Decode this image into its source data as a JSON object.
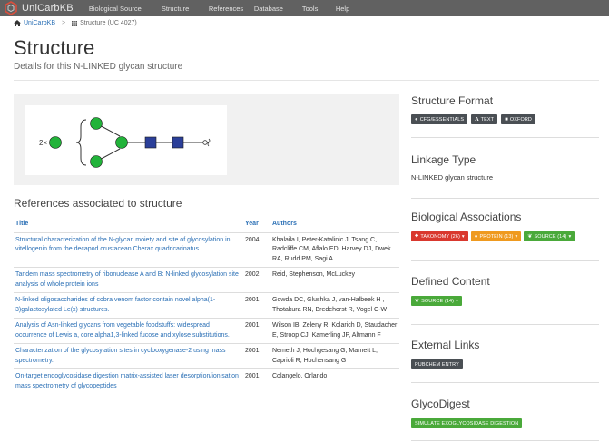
{
  "nav": {
    "brand": "UniCarbKB",
    "items": [
      "Biological Source",
      "Structure",
      "References",
      "Database",
      "Tools",
      "Help"
    ]
  },
  "breadcrumb": {
    "home": "UniCarbKB",
    "current": "Structure (UC 4027)"
  },
  "page": {
    "title": "Structure",
    "subtitle": "Details for this N-LINKED glycan structure"
  },
  "glycan": {
    "multiplier": "2×"
  },
  "references": {
    "heading": "References associated to structure",
    "columns": [
      "Title",
      "Year",
      "Authors"
    ],
    "rows": [
      {
        "title": "Structural characterization of the N-glycan moiety and site of glycosylation in vitellogenin from the decapod crustacean Cherax quadricarinatus.",
        "year": "2004",
        "authors": "Khalaila I, Peter-Katalinic J, Tsang C, Radcliffe CM, Aflalo ED, Harvey DJ, Dwek RA, Rudd PM, Sagi A"
      },
      {
        "title": "Tandem mass spectrometry of ribonuclease A and B: N-linked glycosylation site analysis of whole protein ions",
        "year": "2002",
        "authors": "Reid, Stephenson, McLuckey"
      },
      {
        "title": "N-linked oligosaccharides of cobra venom factor contain novel alpha(1-3)galactosylated Le(x) structures.",
        "year": "2001",
        "authors": "Gowda DC, Glushka J, van-Halbeek H , Thotakura RN, Bredehorst R, Vogel C-W"
      },
      {
        "title": "Analysis of Asn-linked glycans from vegetable foodstuffs: widespread occurrence of Lewis a, core alpha1,3-linked fucose and xylose substitutions.",
        "year": "2001",
        "authors": "Wilson IB, Zeleny R, Kolarich D, Staudacher E, Stroop CJ, Kamerling JP, Altmann F"
      },
      {
        "title": "Characterization of the glycosylation sites in cyclooxygenase-2 using mass spectrometry.",
        "year": "2001",
        "authors": "Nemeth J, Hochgesang G, Marnett L, Caprioli R, Hochensang G"
      },
      {
        "title": "On-target endoglycosidase digestion matrix-assisted laser desorption/ionisation mass spectrometry of glycopeptides",
        "year": "2001",
        "authors": "Colangelo, Orlando"
      }
    ]
  },
  "sidebar": {
    "structure_format": {
      "heading": "Structure Format",
      "buttons": [
        "CFG/ESSENTIALS",
        "TEXT",
        "OXFORD"
      ]
    },
    "linkage_type": {
      "heading": "Linkage Type",
      "value": "N-LINKED glycan structure"
    },
    "biological_associations": {
      "heading": "Biological Associations",
      "badges": [
        "TAXONOMY (26)",
        "PROTEIN (13)",
        "SOURCE (14)"
      ]
    },
    "defined_content": {
      "heading": "Defined Content",
      "badges": [
        "SOURCE (14)"
      ]
    },
    "external_links": {
      "heading": "External Links",
      "buttons": [
        "PUBCHEM ENTRY"
      ]
    },
    "glycodigest": {
      "heading": "GlycoDigest",
      "buttons": [
        "SIMULATE EXOGLYCOSIDASE DIGESTION"
      ]
    }
  },
  "colors": {
    "navbar": "#616161",
    "link": "#2a6fb5",
    "mannose_green": "#22b33a",
    "glcnac_blue": "#2b3f99",
    "badge_red": "#d9382e",
    "badge_orange": "#ef9a1f",
    "badge_green": "#4aa93a",
    "badge_dark": "#4a4f54"
  }
}
